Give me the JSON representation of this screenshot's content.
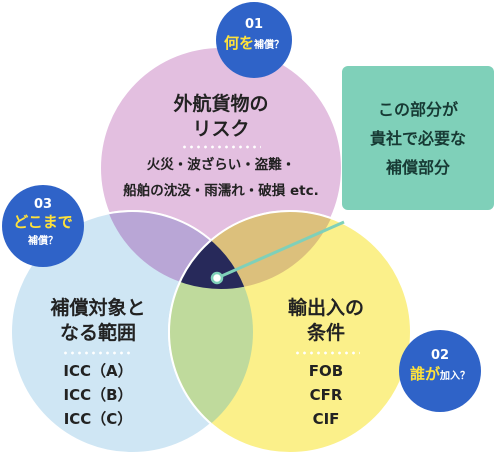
{
  "circles": {
    "top": {
      "title_lines": [
        "外航貨物の",
        "リスク"
      ],
      "body_lines": [
        "火災・波ざらい・盗難・",
        "船舶の沈没・雨濡れ・破損 etc."
      ]
    },
    "left": {
      "title_lines": [
        "補償対象と",
        "なる範囲"
      ],
      "body_lines": [
        "ICC（A）",
        "ICC（B）",
        "ICC（C）"
      ]
    },
    "right": {
      "title_lines": [
        "輸出入の",
        "条件"
      ],
      "body_lines": [
        "FOB",
        "CFR",
        "CIF"
      ]
    }
  },
  "badges": {
    "b01": {
      "number": "01",
      "emph": "何を",
      "suffix": "補償？"
    },
    "b02": {
      "number": "02",
      "emph": "誰が",
      "suffix": "加入？"
    },
    "b03": {
      "number": "03",
      "emph": "どこまで",
      "suffix": "補償？"
    }
  },
  "callout": {
    "lines": [
      "この部分が",
      "貴社で必要な",
      "補償部分"
    ]
  },
  "colors": {
    "circle_top": "#e3bfe0",
    "circle_left": "#cfe6f4",
    "circle_right": "#fbf08a",
    "overlap_top_left": "#b9a6d6",
    "overlap_top_right": "#dcc07c",
    "overlap_left_right": "#bfda9c",
    "center": "#27295a",
    "badge": "#2f63c8",
    "badge_emph": "#ffe23a",
    "callout": "#7fd0b9"
  }
}
